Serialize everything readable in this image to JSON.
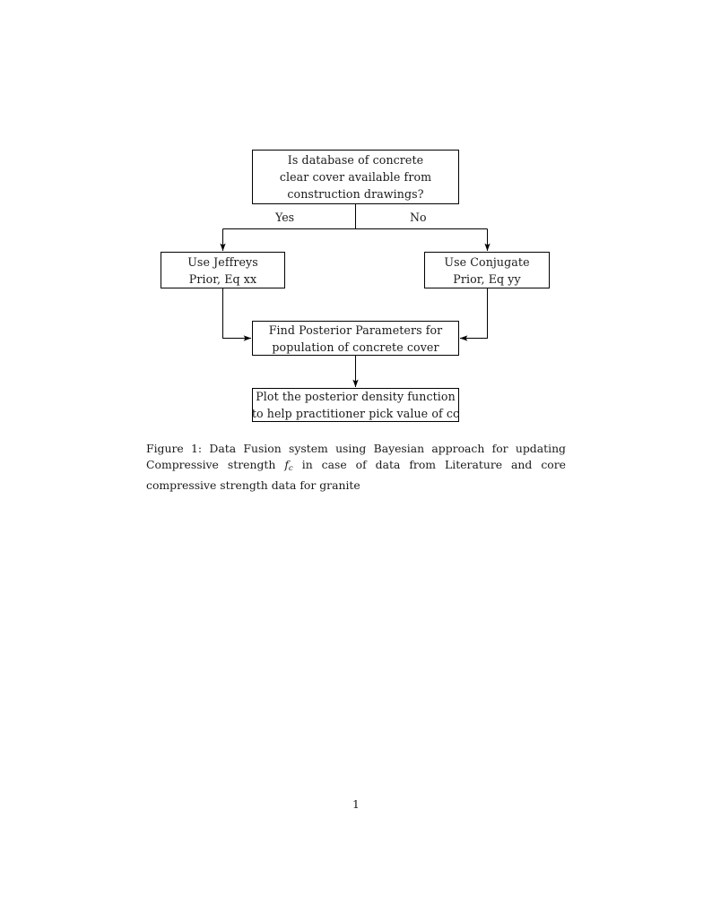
{
  "document": {
    "page_number": "1",
    "background_color": "#ffffff",
    "text_color": "#1a1a1a",
    "line_color": "#000000"
  },
  "figure": {
    "nodes": [
      {
        "id": "question",
        "lines": [
          "Is database of concrete",
          "clear cover available from",
          "construction drawings?"
        ]
      },
      {
        "id": "jeffreys",
        "lines": [
          "Use Jeffreys",
          "Prior, Eq xx"
        ]
      },
      {
        "id": "conjugate",
        "lines": [
          "Use Conjugate",
          "Prior, Eq yy"
        ]
      },
      {
        "id": "posterior",
        "lines": [
          "Find Posterior Parameters for",
          "population of concrete cover"
        ]
      },
      {
        "id": "plot",
        "lines": [
          "Plot the posterior density function",
          "to help practitioner pick value of cc"
        ]
      }
    ],
    "edge_labels": {
      "yes": "Yes",
      "no": "No"
    },
    "caption": {
      "label": "Figure 1:",
      "text_before_math": "Data Fusion system using Bayesian approach for updating Compressive strength",
      "math_base": "f",
      "math_subscript": "c",
      "text_after_math": "in case of data from Literature and core compressive strength data for granite"
    }
  }
}
